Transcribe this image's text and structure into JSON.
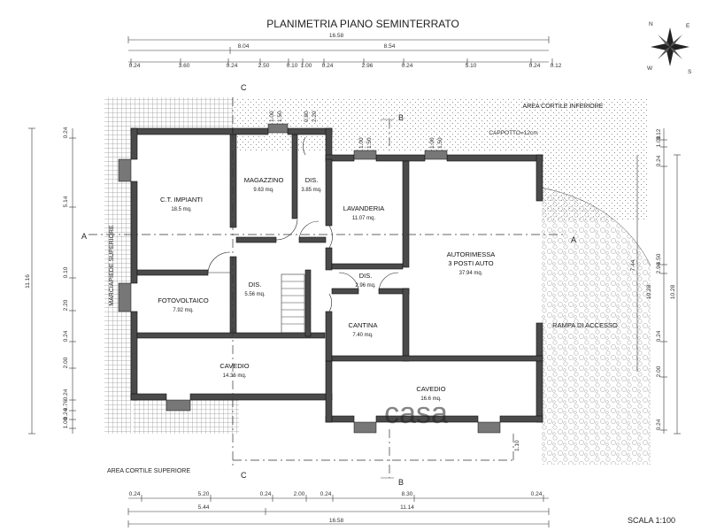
{
  "title": "PLANIMETRIA PIANO SEMINTERRATO",
  "scale": "SCALA 1:100",
  "watermark": "casa",
  "compass": {
    "n": "N",
    "s": "S",
    "e": "E",
    "w": "W"
  },
  "labels": {
    "area_cortile_inferiore": "AREA CORTILE INFERIORE",
    "area_cortile_superiore": "AREA CORTILE SUPERIORE",
    "marciapiede": "MARCIAPIEDE SUPERIORE",
    "rampa": "RAMPA DI ACCESSO",
    "cappotto": "CAPPOTTO=12cm"
  },
  "sections": {
    "a": "A",
    "b": "B",
    "c": "C"
  },
  "rooms": {
    "ct": {
      "name": "C.T. IMPIANTI",
      "area": "18.5 mq."
    },
    "magazzino": {
      "name": "MAGAZZINO",
      "area": "9.63 mq."
    },
    "dis1": {
      "name": "DIS.",
      "area": "3.85 mq."
    },
    "lavanderia": {
      "name": "LAVANDERIA",
      "area": "11.07 mq."
    },
    "autorimessa": {
      "name": "AUTORIMESSA",
      "name2": "3 POSTI AUTO",
      "area": "37.94 mq."
    },
    "fotovoltaico": {
      "name": "FOTOVOLTAICO",
      "area": "7.92 mq."
    },
    "dis2": {
      "name": "DIS.",
      "area": "5.56 mq."
    },
    "dis3": {
      "name": "DIS.",
      "area": "2.96 mq."
    },
    "cantina": {
      "name": "CANTINA",
      "area": "7.40 mq."
    },
    "cavedio1": {
      "name": "CAVEDIO",
      "area": "14.36 mq."
    },
    "cavedio2": {
      "name": "CAVEDIO",
      "area": "16.6 mq."
    }
  },
  "dims_top": {
    "total": "16.58",
    "d804": "8.04",
    "d854": "8.54",
    "row": [
      "0.24",
      "3.60",
      "0.24",
      "2.50",
      "0.10",
      "1.00",
      "0.24",
      "2.96",
      "0.24",
      "5.10",
      "0.24",
      "0.12"
    ]
  },
  "dims_bottom": {
    "row": [
      "0.24",
      "5.20",
      "0.24",
      "2.00",
      "0.24",
      "8.30",
      "0.24"
    ],
    "mid": [
      "5.44",
      "11.14"
    ],
    "total": "16.58"
  },
  "dims_left": {
    "total": "11.16",
    "row": [
      "0.24",
      "5.14",
      "0.10",
      "2.20",
      "0.24",
      "2.00",
      "0.24",
      "0.76",
      "0.24",
      "1.00"
    ]
  },
  "dims_right": {
    "outer": "10.28",
    "mid": "7.44",
    "row": [
      "0.12",
      "1.00",
      "0.24",
      "4.50",
      "2.90",
      "0.24",
      "2.00",
      "0.24"
    ],
    "r1": "10.28"
  },
  "window_dims": {
    "w1": "1.00",
    "w1b": "1.50",
    "w2": "0.80",
    "w2b": "2.20",
    "w3": "1.00",
    "w3b": "1.50",
    "w4": "1.10"
  }
}
